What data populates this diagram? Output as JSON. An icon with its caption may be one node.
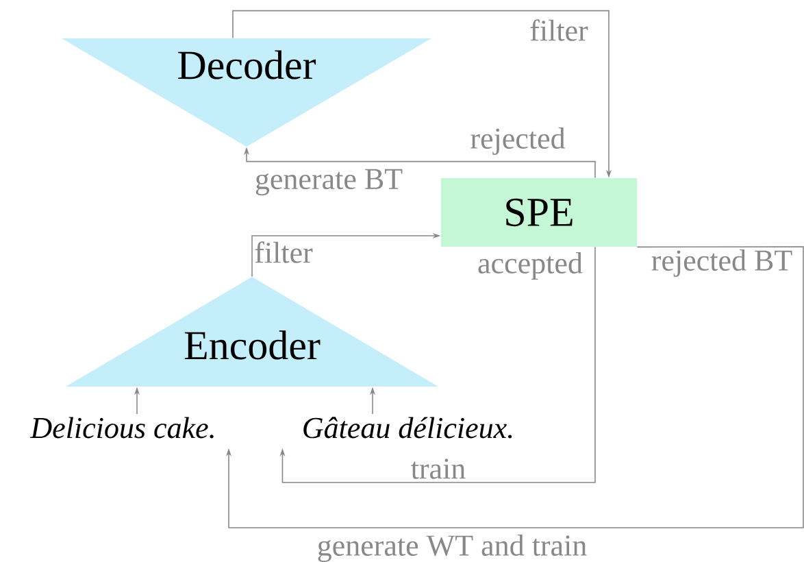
{
  "diagram": {
    "nodes": [
      {
        "text": [
          "Decoder"
        ]
      },
      {
        "text": [
          "SPE"
        ]
      },
      {
        "text": [
          "Encoder"
        ]
      },
      {
        "text": [
          "Delicious cake."
        ]
      },
      {
        "text": [
          "Gâteau délicieux."
        ]
      }
    ],
    "edges": [
      {
        "from": 0,
        "to": 1,
        "arrow": "to",
        "label": "filter"
      },
      {
        "from": 1,
        "to": 0,
        "arrow": "to",
        "label": "rejected"
      },
      {
        "from": 2,
        "to": 1,
        "arrow": "to",
        "label": "filter"
      },
      {
        "from": 1,
        "to": 4,
        "arrow": "to",
        "label": "accepted"
      },
      {
        "from": 1,
        "to": 3,
        "arrow": "to",
        "label": "rejected BT"
      },
      {
        "from": 3,
        "to": 2,
        "arrow": "to"
      },
      {
        "from": 4,
        "to": 2,
        "arrow": "to"
      }
    ],
    "labels": [
      "generate BT",
      "train",
      "generate WT and train"
    ]
  }
}
